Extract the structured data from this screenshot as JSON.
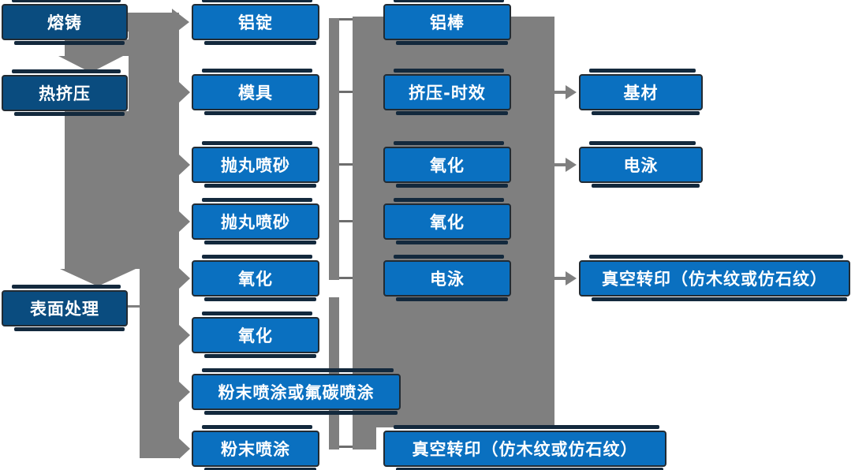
{
  "columns": {
    "c1": [
      "熔铸",
      "热挤压",
      "表面处理"
    ],
    "c2": [
      "铝锭",
      "模具",
      "抛丸喷砂",
      "抛丸喷砂",
      "氧化",
      "氧化",
      "粉末喷涂或氟碳喷涂",
      "粉末喷涂"
    ],
    "c3": [
      "铝棒",
      "挤压-时效",
      "氧化",
      "氧化",
      "电泳",
      "真空转印（仿木纹或仿石纹）"
    ],
    "c4": [
      "基材",
      "电泳",
      "真空转印（仿木纹或仿石纹）"
    ]
  },
  "colors": {
    "node_fill": "#0a70c0",
    "node_fill_dark": "#0a4c7f",
    "node_border": "#222b33",
    "node_accent_bar": "#13293d",
    "connector_gray": "#7f7f7f",
    "connector_thin_gray": "#6d6d6d",
    "text": "#ffffff",
    "background": "#ffffff"
  }
}
